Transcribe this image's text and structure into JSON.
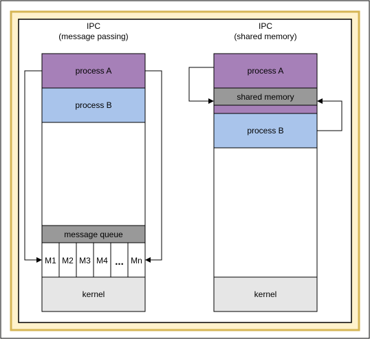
{
  "diagram": {
    "left": {
      "title_line1": "IPC",
      "title_line2": "(message passing)",
      "process_a": "process A",
      "process_b": "process B",
      "message_queue": "message queue",
      "messages": [
        "M1",
        "M2",
        "M3",
        "M4",
        "...",
        "Mn"
      ],
      "kernel": "kernel"
    },
    "right": {
      "title_line1": "IPC",
      "title_line2": "(shared memory)",
      "process_a": "process A",
      "shared_memory": "shared memory",
      "process_b": "process B",
      "kernel": "kernel"
    }
  },
  "colors": {
    "outer_border": "#000000",
    "frame_fill": "#fff2cc",
    "frame_stroke": "#d6b656",
    "process_a": "#a680b8",
    "process_b": "#a9c4eb",
    "queue_and_shared": "#999999",
    "kernel": "#e6e6e6"
  }
}
